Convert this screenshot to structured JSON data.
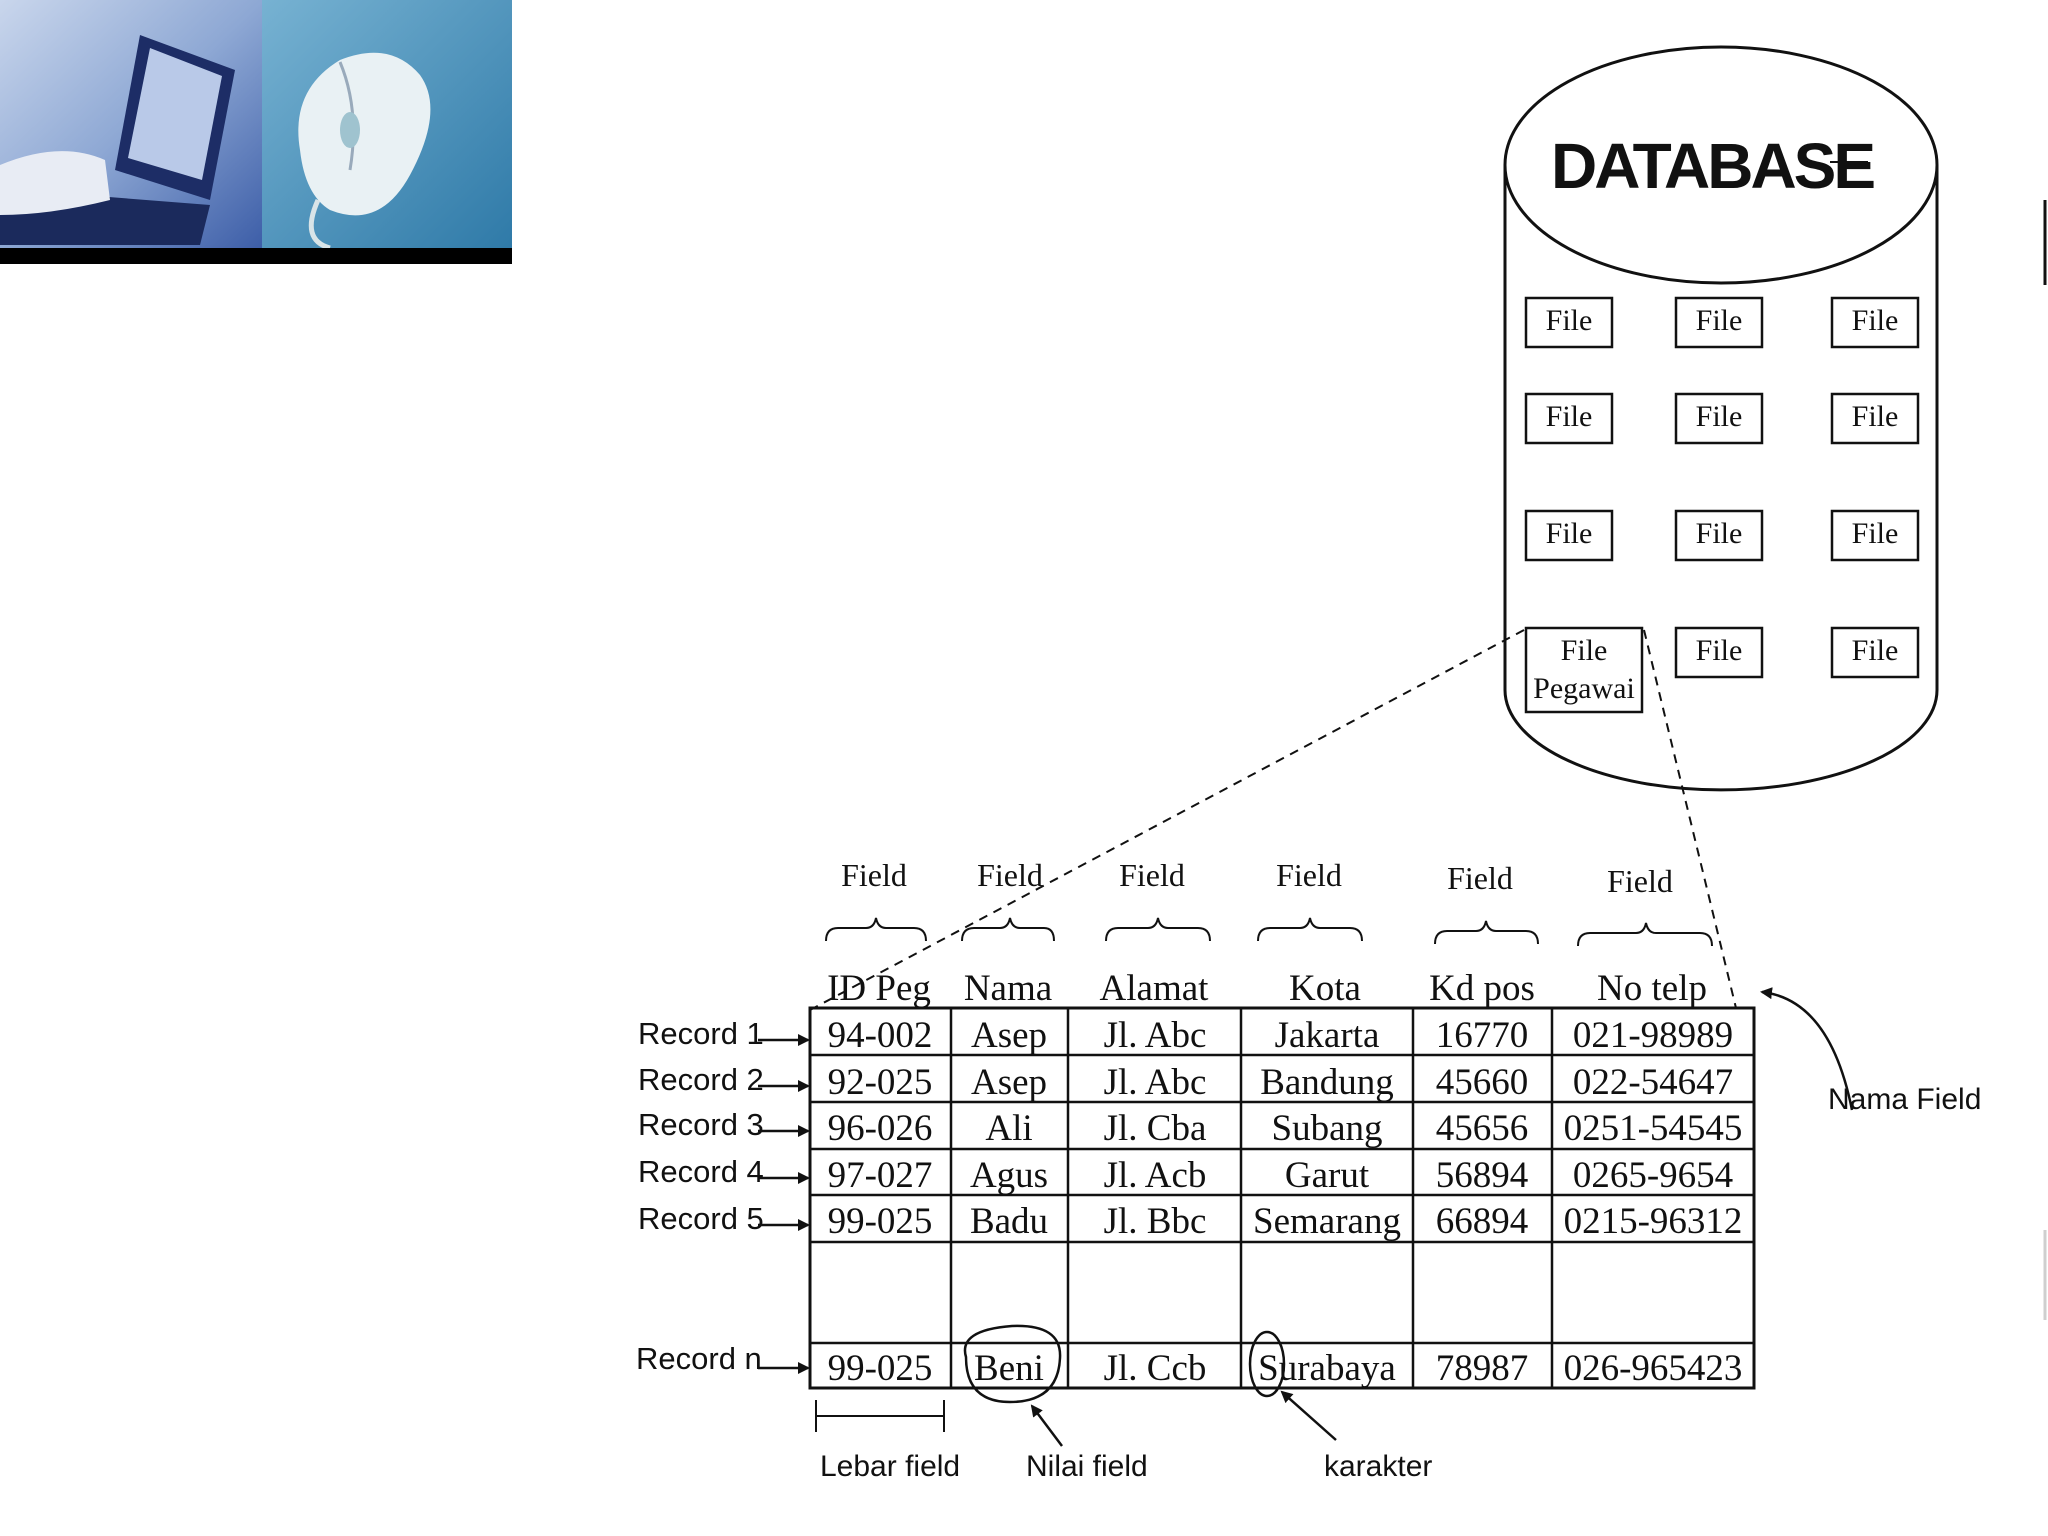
{
  "header_image": {
    "left_panel": "laptop-photo",
    "right_panel": "computer-mouse-photo",
    "colors": {
      "left_bg": "#9db4d8",
      "right_bg": "#5f9bc0",
      "bar": "#000000"
    }
  },
  "database": {
    "title": "DATABASE",
    "files": [
      [
        "File",
        "File",
        "File"
      ],
      [
        "File",
        "File",
        "File"
      ],
      [
        "File",
        "File",
        "File"
      ],
      [
        "File Pegawai",
        "File",
        "File"
      ]
    ],
    "highlight_file_line1": "File",
    "highlight_file_line2": "Pegawai"
  },
  "table": {
    "field_braces": [
      "Field",
      "Field",
      "Field",
      "Field",
      "Field",
      "Field"
    ],
    "headers": [
      "ID Peg",
      "Nama",
      "Alamat",
      "Kota",
      "Kd pos",
      "No telp"
    ],
    "rows": [
      {
        "label": "Record 1",
        "cells": [
          "94-002",
          "Asep",
          "Jl. Abc",
          "Jakarta",
          "16770",
          "021-98989"
        ]
      },
      {
        "label": "Record 2",
        "cells": [
          "92-025",
          "Asep",
          "Jl. Abc",
          "Bandung",
          "45660",
          "022-54647"
        ]
      },
      {
        "label": "Record 3",
        "cells": [
          "96-026",
          "Ali",
          "Jl. Cba",
          "Subang",
          "45656",
          "0251-54545"
        ]
      },
      {
        "label": "Record 4",
        "cells": [
          "97-027",
          "Agus",
          "Jl. Acb",
          "Garut",
          "56894",
          "0265-9654"
        ]
      },
      {
        "label": "Record 5",
        "cells": [
          "99-025",
          "Badu",
          "Jl. Bbc",
          "Semarang",
          "66894",
          "0215-96312"
        ]
      },
      {
        "label": "",
        "cells": [
          "",
          "",
          "",
          "",
          "",
          ""
        ]
      },
      {
        "label": "Record n",
        "cells": [
          "99-025",
          "Beni",
          "Jl. Ccb",
          "Surabaya",
          "78987",
          "026-965423"
        ]
      }
    ]
  },
  "annotations": {
    "nama_field": "Nama Field",
    "lebar_field": "Lebar field",
    "nilai_field": "Nilai field",
    "karakter": "karakter"
  }
}
